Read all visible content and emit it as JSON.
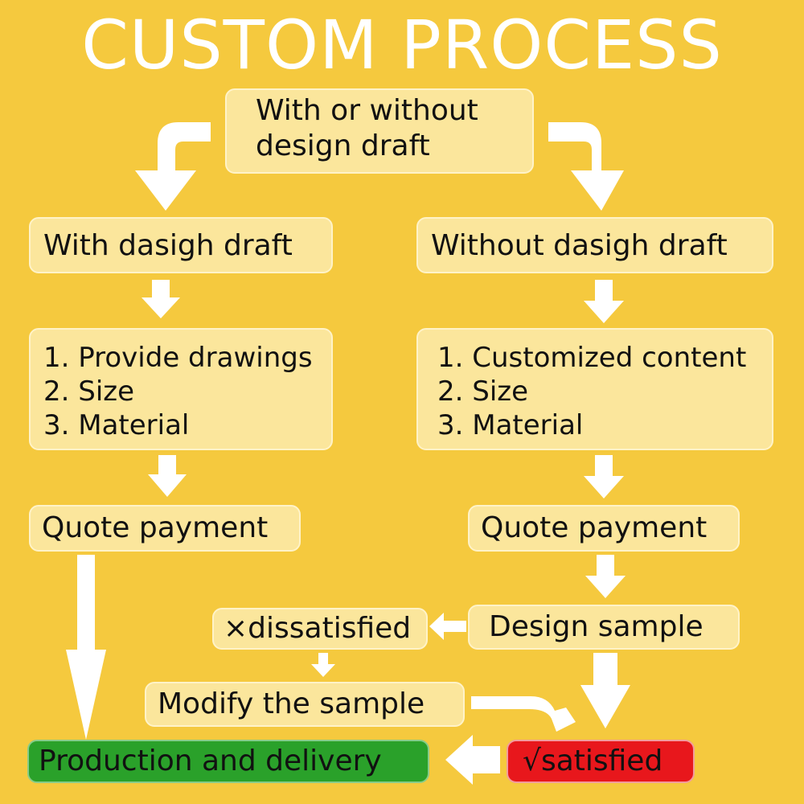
{
  "title": "CUSTOM PROCESS",
  "start": {
    "lines": [
      "With or without",
      "design draft"
    ]
  },
  "left": {
    "branch": "With dasigh draft",
    "list": [
      "1. Provide drawings",
      "2. Size",
      "3. Material"
    ],
    "quote": "Quote payment"
  },
  "right": {
    "branch": "Without dasigh draft",
    "list": [
      "1. Customized content",
      "2. Size",
      "3. Material"
    ],
    "quote": "Quote payment",
    "design": "Design sample"
  },
  "dissatisfied": "×dissatisfied",
  "modify": "Modify the sample",
  "satisfied": "√satisfied",
  "production": "Production and delivery",
  "colors": {
    "background": "#f5c93e",
    "box": "#fbe69c",
    "arrow": "#ffffff",
    "production": "#2aa12a",
    "satisfied": "#e8171c"
  }
}
